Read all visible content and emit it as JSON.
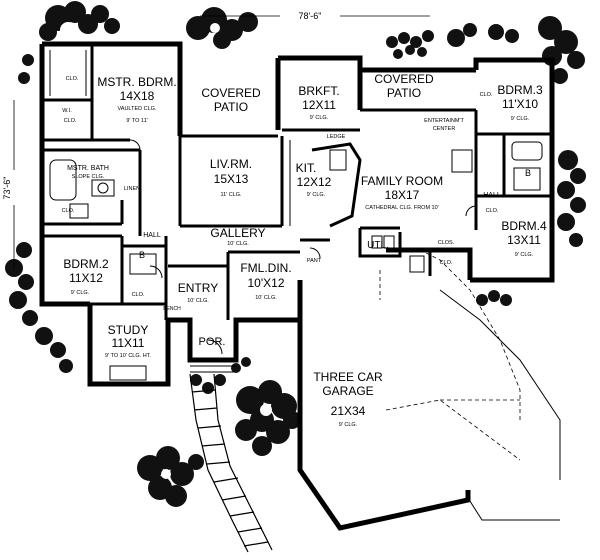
{
  "dimensions": {
    "width": "78'-6\"",
    "depth": "73'-6\""
  },
  "rooms": {
    "master_bedroom": {
      "name": "MSTR. BDRM.",
      "size": "14X18",
      "ceiling_1": "VAULTED CLG.",
      "ceiling_2": "9' TO 11'"
    },
    "covered_patio_left": {
      "name_1": "COVERED",
      "name_2": "PATIO"
    },
    "breakfast": {
      "name": "BRKFT.",
      "size": "12X11",
      "ceiling": "9' CLG."
    },
    "covered_patio_right": {
      "name_1": "COVERED",
      "name_2": "PATIO"
    },
    "bedroom_3": {
      "name": "BDRM.3",
      "size": "11'X10",
      "ceiling": "9' CLG."
    },
    "walk_in_closet": {
      "name_1": "W.I.",
      "name_2": "CLO."
    },
    "ledge": "LEDGE",
    "entertainment_center": {
      "line_1": "ENTERTAINM'T",
      "line_2": "CENTER"
    },
    "master_bath": {
      "name": "MSTR. BATH",
      "ceiling": "SLOPE CLG."
    },
    "linen": "LINEN",
    "living_room": {
      "name": "LIV.RM.",
      "size": "15X13",
      "ceiling": "11' CLG."
    },
    "kitchen": {
      "name": "KIT.",
      "size": "12X12",
      "ceiling": "9' CLG."
    },
    "family_room": {
      "name": "FAMILY ROOM",
      "size": "18X17",
      "ceiling": "CATHEDRAL CLG. FROM 10'"
    },
    "hall_left": "HALL",
    "hall_right": "HALL",
    "bedroom_4": {
      "name": "BDRM.4",
      "size": "13X11",
      "ceiling": "9' CLG."
    },
    "gallery": {
      "name": "GALLERY",
      "ceiling": "10' CLG."
    },
    "utility": "UTL.",
    "pantry": "PANT",
    "bedroom_2": {
      "name": "BDRM.2",
      "size": "11X12",
      "ceiling": "9' CLG."
    },
    "entry": {
      "name": "ENTRY",
      "ceiling": "10' CLG."
    },
    "formal_dining": {
      "name": "FML.DIN.",
      "size": "10'X12",
      "ceiling": "10' CLG."
    },
    "study": {
      "name": "STUDY",
      "size": "11X11",
      "ceiling": "9' TO 10' CLG. HT."
    },
    "porch": "POR.",
    "garage": {
      "name_1": "THREE CAR",
      "name_2": "GARAGE",
      "size": "21X34",
      "ceiling": "9' CLG."
    },
    "bench": "BENCH",
    "closets": [
      "CLO.",
      "CLO.",
      "CLO.",
      "CLO.",
      "CLO.",
      "CLO.",
      "CLOS."
    ],
    "bath_b": [
      "B",
      "B"
    ],
    "bedroom_2_closet": "CLO."
  }
}
